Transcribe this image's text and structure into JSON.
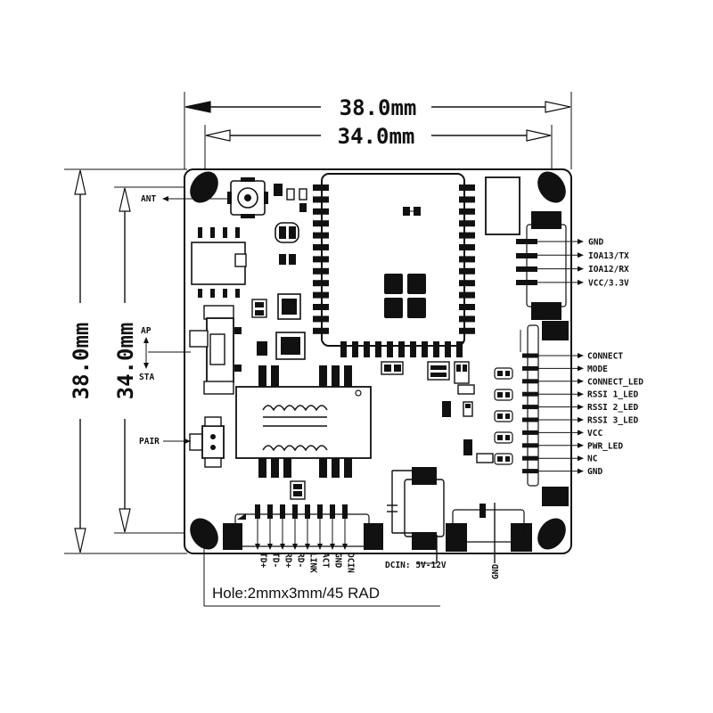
{
  "dimensions": {
    "outer_width": "38.0mm",
    "inner_width": "34.0mm",
    "outer_height": "38.0mm",
    "inner_height": "34.0mm"
  },
  "left_labels": {
    "antenna": "ANT",
    "switch_top": "AP",
    "switch_bottom": "STA",
    "pair": "PAIR"
  },
  "right_top_pins": [
    "GND",
    "IOA13/TX",
    "IOA12/RX",
    "VCC/3.3V"
  ],
  "right_mid_pins": [
    "CONNECT",
    "MODE",
    "CONNECT_LED",
    "RSSI 1_LED",
    "RSSI 2_LED",
    "RSSI 3_LED",
    "VCC",
    "PWR_LED",
    "NC",
    "GND"
  ],
  "bottom_pins": [
    "TD+",
    "TD-",
    "RD+",
    "RD-",
    "LINK",
    "ACT",
    "GND",
    "DCIN"
  ],
  "power_labels": {
    "dcin": "DCIN: 5V-12V",
    "gnd": "GND"
  },
  "hole_note": "Hole:2mmx3mm/45 RAD"
}
